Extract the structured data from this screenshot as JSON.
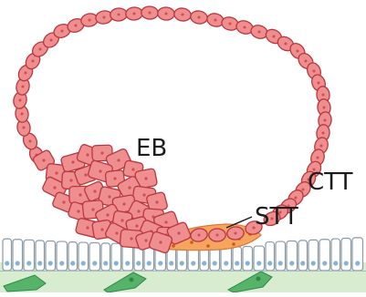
{
  "labels": {
    "eb": "EB",
    "ctt": "CTT",
    "stt": "STT"
  },
  "colors": {
    "trophoblast_fill": "#ef8e8e",
    "trophoblast_outline": "#b9373f",
    "syncytio_fill": "#f6a55e",
    "epithelium_fill": "#ffffff",
    "epithelium_nucleus": "#86b4d8",
    "stroma_fill": "#d8ecd0",
    "stroma_cell": "#58b36a"
  }
}
